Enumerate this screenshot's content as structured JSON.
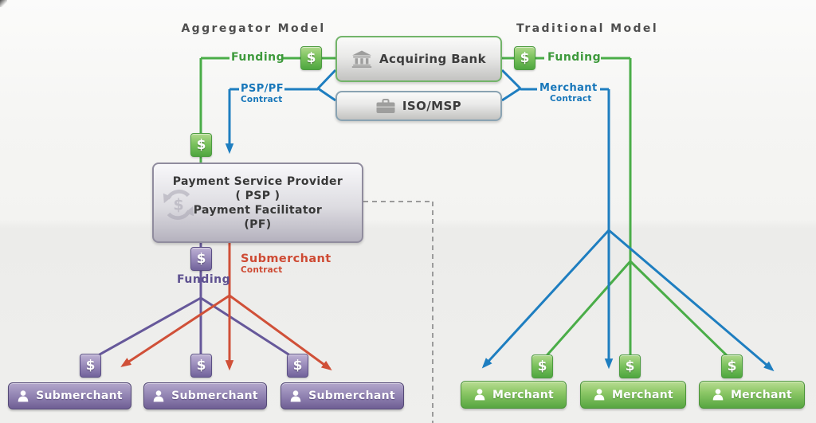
{
  "titles": {
    "aggregator": "Aggregator Model",
    "traditional": "Traditional Model"
  },
  "glyphs": {
    "dollar": "$"
  },
  "labels": {
    "funding_left": "Funding",
    "psp_contract": {
      "line1": "PSP/PF",
      "line2": "Contract"
    },
    "funding_right": "Funding",
    "merchant_contract": {
      "line1": "Merchant",
      "line2": "Contract"
    },
    "psp_funding": "Funding",
    "submerchant_contract": {
      "line1": "Submerchant",
      "line2": "Contract"
    }
  },
  "nodes": {
    "acquiring_bank": {
      "label": "Acquiring Bank"
    },
    "iso_msp": {
      "label": "ISO/MSP"
    },
    "psp": {
      "lines": [
        "Payment Service Provider",
        "( PSP )",
        "Payment Facilitator",
        "(PF)"
      ]
    },
    "submerchants": [
      {
        "label": "Submerchant"
      },
      {
        "label": "Submerchant"
      },
      {
        "label": "Submerchant"
      }
    ],
    "merchants": [
      {
        "label": "Merchant"
      },
      {
        "label": "Merchant"
      },
      {
        "label": "Merchant"
      }
    ]
  },
  "icons": {
    "acquiring_bank": "bank-building-icon",
    "iso_msp": "briefcase-icon",
    "psp_watermark": "circular-arrows-dollar-icon",
    "money_badge": "dollar-icon",
    "member": "person-icon"
  },
  "colors": {
    "funding_green": "#4aad48",
    "contract_blue": "#1e7ec0",
    "funding_purple": "#66589a",
    "submerchant_contract_red": "#d05038",
    "divider_dashed_gray": "#9b9b9b"
  }
}
